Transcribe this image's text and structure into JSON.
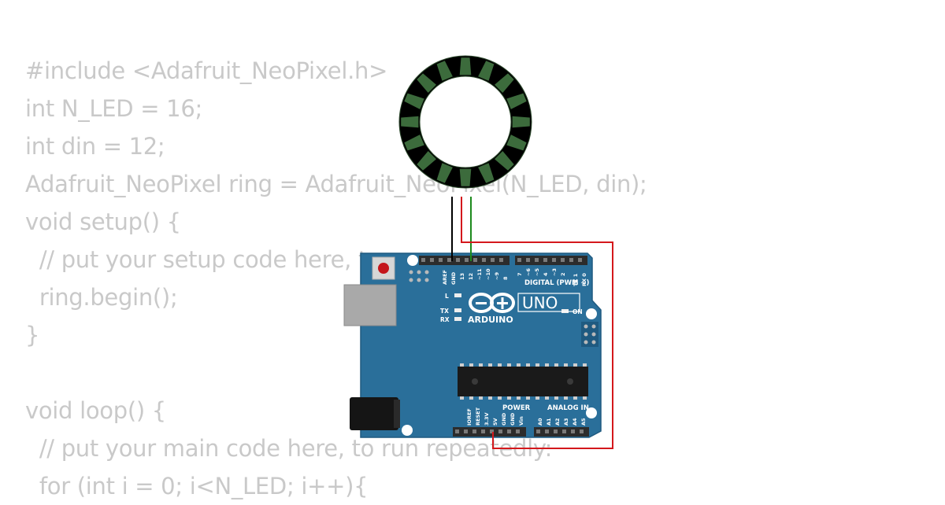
{
  "code_lines": [
    "#include <Adafruit_NeoPixel.h>",
    "int N_LED = 16;",
    "int din = 12;",
    "Adafruit_NeoPixel ring = Adafruit_NeoPixel(N_LED, din);",
    "void setup() {",
    "  // put your setup code here, t",
    "  ring.begin();",
    "}",
    "",
    "void loop() {",
    "  // put your main code here, to run repeatedly:",
    "  for (int i = 0; i<N_LED; i++){"
  ],
  "board": {
    "brand": "ARDUINO",
    "model": "UNO",
    "digital_header": "DIGITAL (PWM ~)",
    "power_header": "POWER",
    "analog_header": "ANALOG IN",
    "on_label": "ON",
    "l_label": "L",
    "tx_label": "TX",
    "rx_label": "RX",
    "top_pins": [
      "AREF",
      "GND",
      "13",
      "12",
      "~11",
      "~10",
      "~9",
      "8",
      "7",
      "~6",
      "~5",
      "4",
      "~3",
      "2",
      "TX 1",
      "RX 0"
    ],
    "power_pins": [
      "IOREF",
      "RESET",
      "3.3V",
      "5V",
      "GND",
      "GND",
      "Vin"
    ],
    "analog_pins": [
      "A0",
      "A1",
      "A2",
      "A3",
      "A4",
      "A5"
    ]
  },
  "ring": {
    "led_count": 16
  },
  "colors": {
    "code_text": "#c9c9c9",
    "board": "#2a6f9a",
    "wire_gnd": "#000000",
    "wire_5v": "#d4181c",
    "wire_data": "#1d8a1d",
    "led_body": "#000000",
    "led_segment": "#3c6b3c"
  }
}
